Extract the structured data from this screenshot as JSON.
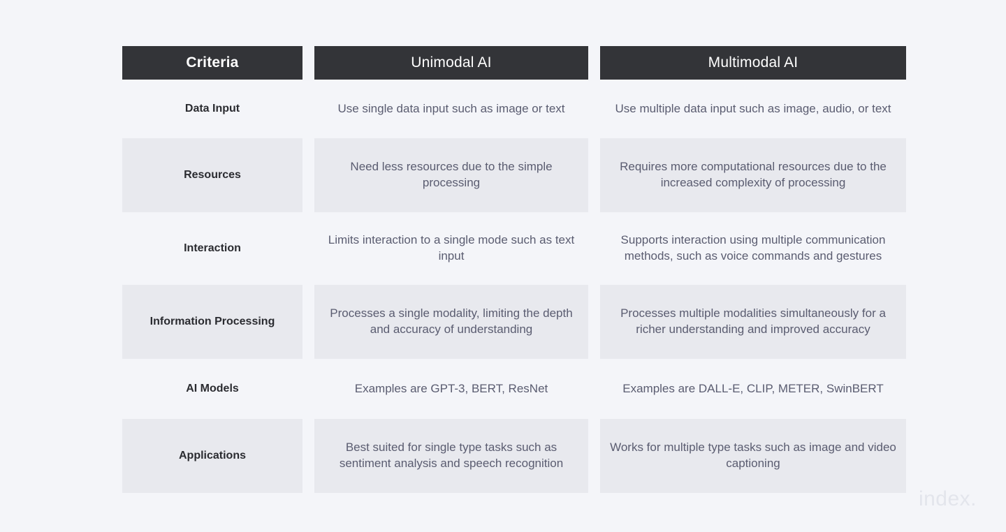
{
  "page": {
    "background_color": "#f4f5f9",
    "watermark": "index."
  },
  "table": {
    "header_bg": "#333438",
    "header_text_color": "#ffffff",
    "shaded_row_bg": "#e8e9ee",
    "criteria_text_color": "#2a2b30",
    "body_text_color": "#5a5c70",
    "columns": [
      {
        "key": "criteria",
        "label": "Criteria"
      },
      {
        "key": "unimodal",
        "label": "Unimodal AI"
      },
      {
        "key": "multimodal",
        "label": "Multimodal AI"
      }
    ],
    "rows": [
      {
        "criteria": "Data Input",
        "unimodal": "Use single data input such as image or text",
        "multimodal": "Use multiple data input such as image, audio, or text",
        "shaded": false
      },
      {
        "criteria": "Resources",
        "unimodal": "Need less resources due to the simple processing",
        "multimodal": "Requires more computational resources due to the increased complexity of processing",
        "shaded": true
      },
      {
        "criteria": "Interaction",
        "unimodal": "Limits interaction to a single mode such as text input",
        "multimodal": "Supports interaction using multiple communication methods, such as voice commands and gestures",
        "shaded": false
      },
      {
        "criteria": "Information Processing",
        "unimodal": "Processes a single modality, limiting the depth and accuracy of understanding",
        "multimodal": "Processes multiple modalities simultaneously for a richer understanding and improved accuracy",
        "shaded": true
      },
      {
        "criteria": "AI Models",
        "unimodal": "Examples are GPT-3, BERT, ResNet",
        "multimodal": "Examples are DALL-E, CLIP, METER, SwinBERT",
        "shaded": false
      },
      {
        "criteria": "Applications",
        "unimodal": "Best suited for single type tasks such as sentiment analysis and speech recognition",
        "multimodal": "Works for multiple type tasks such as image and video captioning",
        "shaded": true
      }
    ]
  }
}
